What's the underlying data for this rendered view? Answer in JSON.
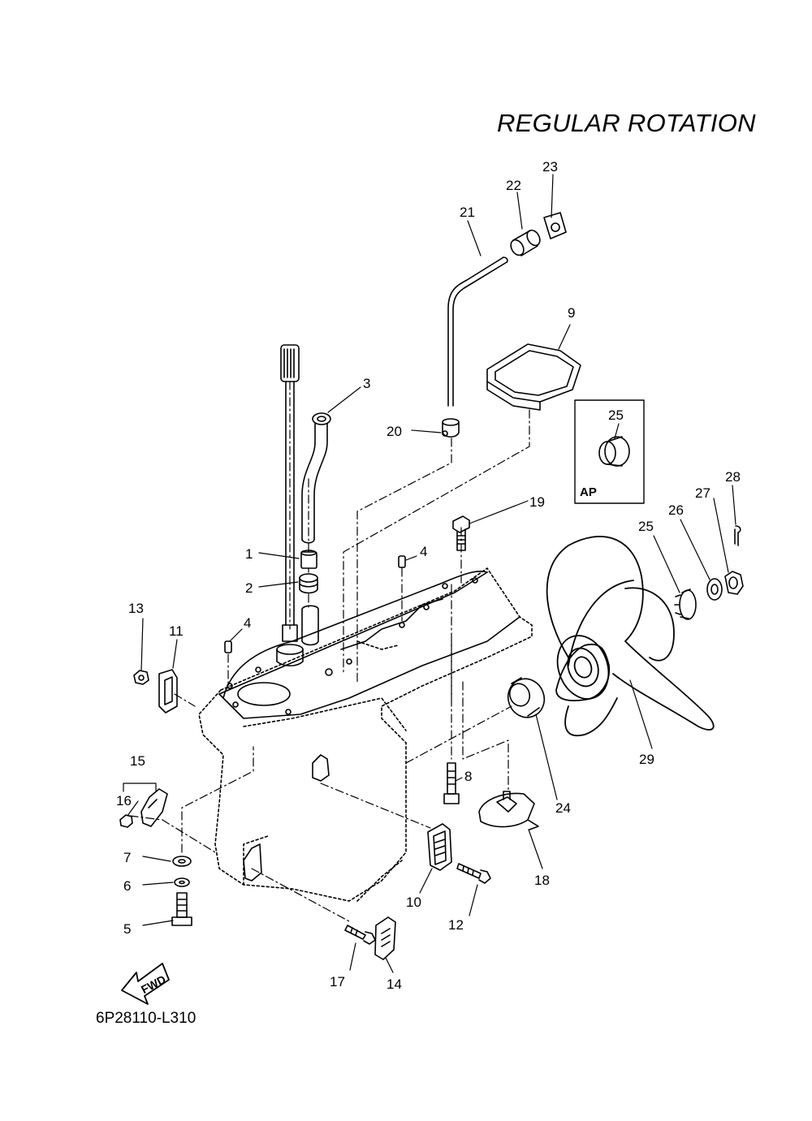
{
  "title": "REGULAR ROTATION",
  "diagram_code": "6P28110-L310",
  "fwd_label": "FWD",
  "inset_label": "AP",
  "callouts": [
    {
      "id": "c1",
      "label": "1"
    },
    {
      "id": "c2",
      "label": "2"
    },
    {
      "id": "c3",
      "label": "3"
    },
    {
      "id": "c4a",
      "label": "4"
    },
    {
      "id": "c4b",
      "label": "4"
    },
    {
      "id": "c5",
      "label": "5"
    },
    {
      "id": "c6",
      "label": "6"
    },
    {
      "id": "c7",
      "label": "7"
    },
    {
      "id": "c8",
      "label": "8"
    },
    {
      "id": "c9",
      "label": "9"
    },
    {
      "id": "c10",
      "label": "10"
    },
    {
      "id": "c11",
      "label": "11"
    },
    {
      "id": "c12",
      "label": "12"
    },
    {
      "id": "c13",
      "label": "13"
    },
    {
      "id": "c14",
      "label": "14"
    },
    {
      "id": "c15",
      "label": "15"
    },
    {
      "id": "c16",
      "label": "16"
    },
    {
      "id": "c17",
      "label": "17"
    },
    {
      "id": "c18",
      "label": "18"
    },
    {
      "id": "c19",
      "label": "19"
    },
    {
      "id": "c20",
      "label": "20"
    },
    {
      "id": "c21",
      "label": "21"
    },
    {
      "id": "c22",
      "label": "22"
    },
    {
      "id": "c23",
      "label": "23"
    },
    {
      "id": "c24",
      "label": "24"
    },
    {
      "id": "c25a",
      "label": "25"
    },
    {
      "id": "c25b",
      "label": "25"
    },
    {
      "id": "c26",
      "label": "26"
    },
    {
      "id": "c27",
      "label": "27"
    },
    {
      "id": "c28",
      "label": "28"
    },
    {
      "id": "c29",
      "label": "29"
    }
  ]
}
